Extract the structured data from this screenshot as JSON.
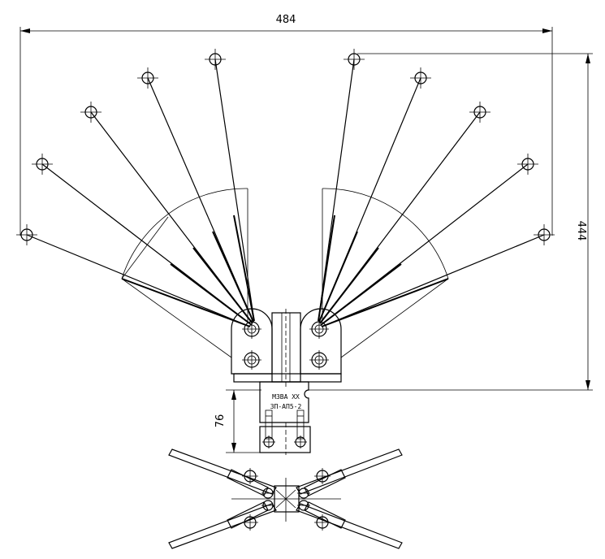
{
  "dimensions": {
    "width_label": "484",
    "height_label": "444",
    "clamp_label": "76"
  },
  "plate": {
    "line1": "МЗВА ХХ",
    "line2": "ЗП-АП5-2"
  }
}
